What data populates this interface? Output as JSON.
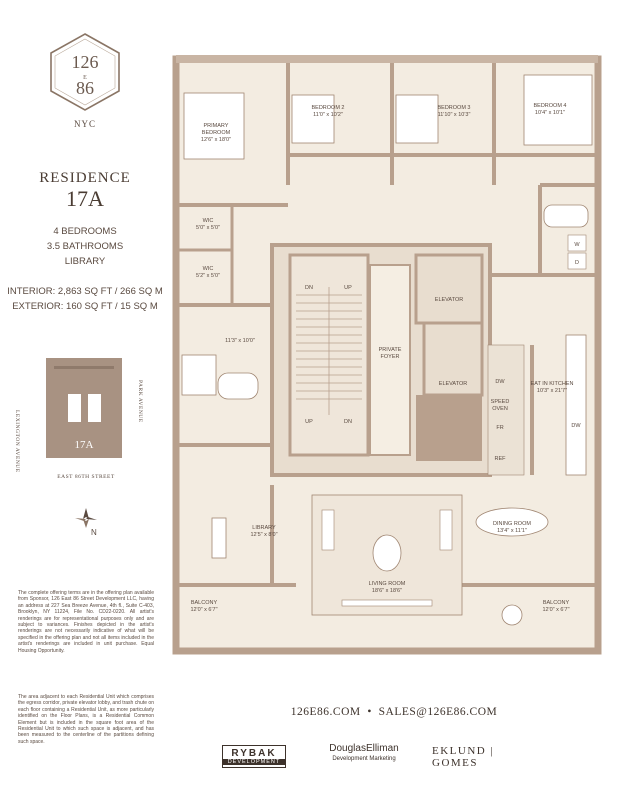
{
  "logo": {
    "top": "126",
    "middle": "E",
    "bottom": "86",
    "city": "NYC"
  },
  "residence": {
    "label": "RESIDENCE",
    "number": "17A",
    "bedrooms": "4 BEDROOMS",
    "bathrooms": "3.5 BATHROOMS",
    "library": "LIBRARY",
    "interior": "INTERIOR: 2,863 SQ FT / 266 SQ M",
    "exterior": "EXTERIOR: 160 SQ FT / 15 SQ M"
  },
  "keyplan": {
    "unit": "17A",
    "west_street": "LEXINGTON AVENUE",
    "east_street": "PARK AVENUE",
    "south_street": "EAST 86TH STREET",
    "north": "N"
  },
  "disclaimer": {
    "p1": "The complete offering terms are in the offering plan available from Sponsor, 126 East 86 Street Development LLC, having an address at 227 Sea Breeze Avenue, 4th fl., Suite C-403, Brooklyn, NY 11224, File No. CD22-0220. All artist's renderings are for representational purposes only and are subject to variances. Finishes depicted in the artist's renderings are not necessarily indicative of what will be specified in the offering plan and not all items included in the artist's renderings are included in unit purchase. Equal Housing Opportunity.",
    "p2": "The area adjacent to each Residential Unit which comprises the egress corridor, private elevator lobby, and trash chute on each floor containing a Residential Unit, as more particularly identified on the Floor Plans, is a Residential Common Element but is included in the square foot area of the Residential Unit to which such space is adjacent, and has been measured to the centerline of the partitions defining such space."
  },
  "rooms": {
    "primary_bedroom": "PRIMARY",
    "primary_bedroom2": "BEDROOM",
    "primary_dim": "12'6\" x 18'0\"",
    "bedroom2": "BEDROOM 2",
    "bedroom2_dim": "11'0\" x 10'2\"",
    "bedroom3": "BEDROOM 3",
    "bedroom3_dim": "11'10\" x 10'3\"",
    "bedroom4": "BEDROOM 4",
    "bedroom4_dim": "10'4\" x 10'1\"",
    "wic1": "WIC",
    "wic1_dim": "5'0\" x 5'0\"",
    "wic2": "WIC",
    "wic2_dim": "5'2\" x 5'0\"",
    "bath_dim": "11'3\" x 10'0\"",
    "private_foyer1": "PRIVATE",
    "private_foyer2": "FOYER",
    "elevator1": "ELEVATOR",
    "elevator2": "ELEVATOR",
    "dn1": "DN",
    "up1": "UP",
    "up2": "UP",
    "dn2": "DN",
    "kitchen": "EAT IN KITCHEN",
    "kitchen_dim": "10'3\" x 21'7\"",
    "dw1": "DW",
    "speed_oven1": "SPEED",
    "speed_oven2": "OVEN",
    "fr": "FR",
    "ref": "REF",
    "dw2": "DW",
    "w": "W",
    "d": "D",
    "library": "LIBRARY",
    "library_dim": "12'5\" x 8'0\"",
    "living": "LIVING ROOM",
    "living_dim": "18'6\" x 18'6\"",
    "dining": "DINING ROOM",
    "dining_dim": "13'4\" x 11'1\"",
    "balcony1": "BALCONY",
    "balcony1_dim": "12'0\" x 6'7\"",
    "balcony2": "BALCONY",
    "balcony2_dim": "12'0\" x 6'7\""
  },
  "contact": {
    "website": "126E86.COM",
    "separator": "•",
    "email": "SALES@126E86.COM"
  },
  "brands": {
    "rybak1": "RYBAK",
    "rybak2": "DEVELOPMENT",
    "de1": "DouglasElliman",
    "de2": "Development Marketing",
    "eklund": "EKLUND | GOMES"
  },
  "colors": {
    "wall": "#b8a08d",
    "floor": "#f3ece1",
    "accent": "#5a4a40",
    "dark": "#a08672"
  }
}
